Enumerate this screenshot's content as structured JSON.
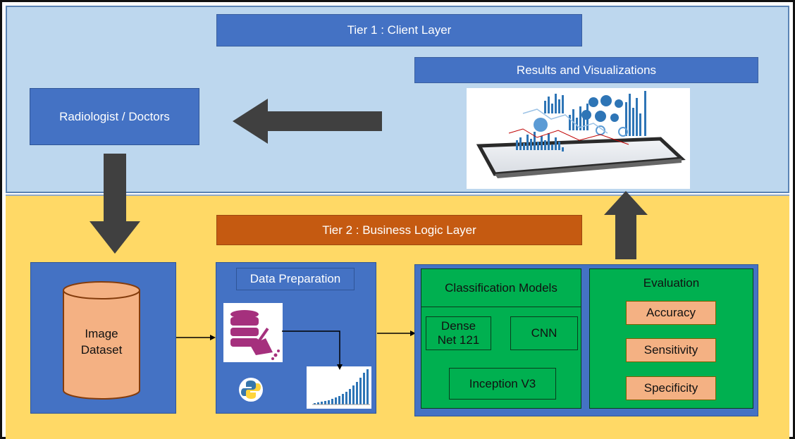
{
  "tier1": {
    "title": "Tier 1 : Client Layer"
  },
  "tier2": {
    "title": "Tier 2 : Business Logic Layer"
  },
  "results": {
    "label": "Results and Visualizations"
  },
  "radiologist": {
    "label": "Radiologist / Doctors"
  },
  "dataset": {
    "line1": "Image",
    "line2": "Dataset"
  },
  "data_prep": {
    "label": "Data Preparation"
  },
  "classification": {
    "title": "Classification Models",
    "models": {
      "densenet_line1": "Dense",
      "densenet_line2": "Net 121",
      "cnn": "CNN",
      "inception": "Inception V3"
    }
  },
  "evaluation": {
    "title": "Evaluation",
    "metrics": [
      "Accuracy",
      "Sensitivity",
      "Specificity"
    ]
  },
  "colors": {
    "tier1_bg": "#bdd7ee",
    "tier2_bg": "#ffd966",
    "node_blue": "#4472c4",
    "tier2_bar": "#c55a11",
    "model_green": "#00b050",
    "metric_orange": "#f4b183",
    "cylinder": "#f4b183",
    "arrow": "#404040"
  }
}
